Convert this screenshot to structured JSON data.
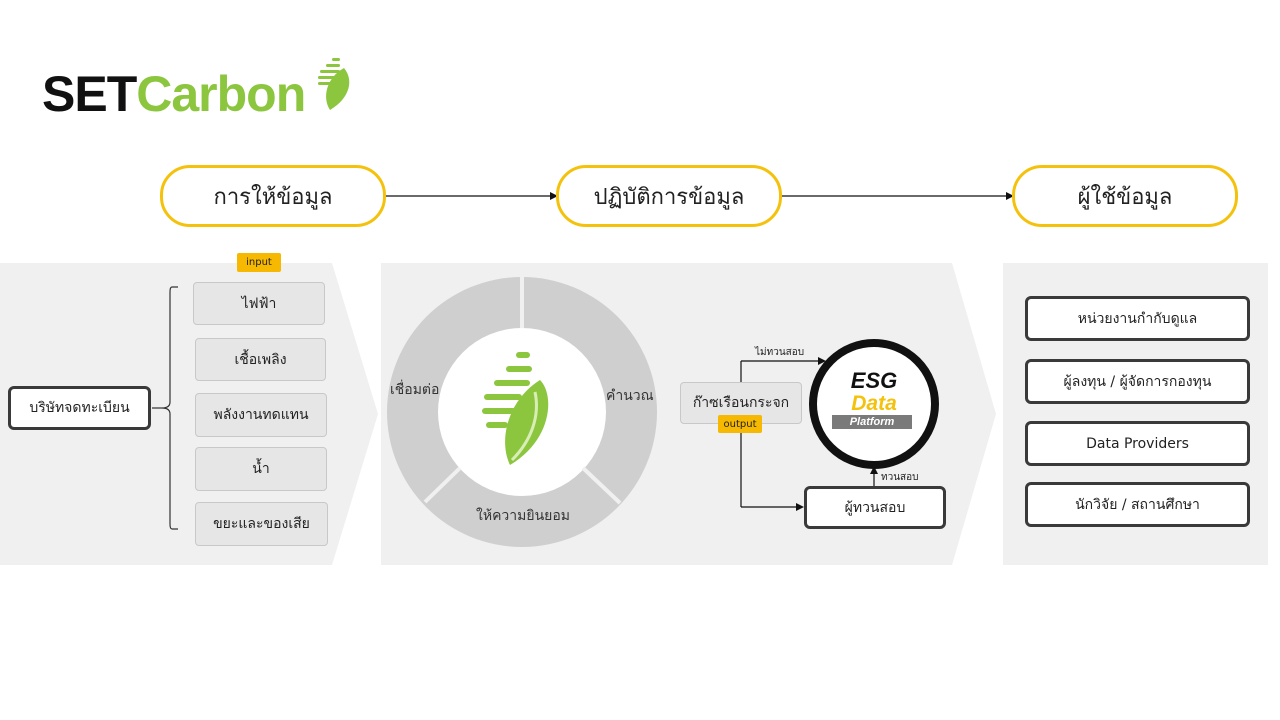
{
  "logo": {
    "part1": "SET",
    "part2": "Carbon"
  },
  "stages": {
    "provide": "การให้ข้อมูล",
    "process": "ปฏิบัติการข้อมูล",
    "users": "ผู้ใช้ข้อมูล"
  },
  "input_section": {
    "tag": "input",
    "company": "บริษัทจดทะเบียน",
    "items": [
      "ไฟฟ้า",
      "เชื้อเพลิง",
      "พลังงานทดแทน",
      "น้ำ",
      "ขยะและของเสีย"
    ]
  },
  "process_section": {
    "ring_labels": {
      "connect": "เชื่อมต่อ",
      "calculate": "คำนวณ",
      "consent": "ให้ความยินยอม"
    },
    "greenhouse": "ก๊าซเรือนกระจก",
    "output_tag": "output",
    "not_verified": "ไม่ทวนสอบ",
    "verify": "ทวนสอบ",
    "verifier": "ผู้ทวนสอบ",
    "esg_platform": {
      "line1": "ESG",
      "line2": "Data",
      "line3": "Platform"
    }
  },
  "users_section": {
    "items": [
      "หน่วยงานกำกับดูแล",
      "ผู้ลงทุน / ผู้จัดการกองทุน",
      "Data Providers",
      "นักวิจัย / สถานศึกษา"
    ]
  },
  "colors": {
    "accent": "#f4c20d",
    "brand_green": "#8cc63f",
    "panel": "#f0f0f0",
    "ring": "#cfcfcf"
  }
}
